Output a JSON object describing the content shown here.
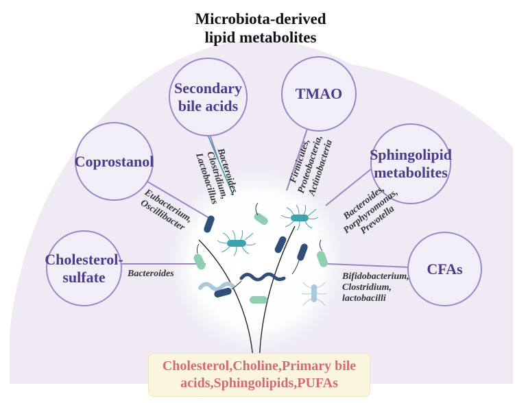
{
  "title": {
    "line1": "Microbiota-derived",
    "line2": "lipid metabolites"
  },
  "metabolites": [
    {
      "lines": [
        "Cholesterol-",
        "sulfate"
      ]
    },
    {
      "lines": [
        "Coprostanol"
      ]
    },
    {
      "lines": [
        "Secondary",
        "bile acids"
      ]
    },
    {
      "lines": [
        "TMAO"
      ]
    },
    {
      "lines": [
        "Sphingolipid",
        "metabolites"
      ]
    },
    {
      "lines": [
        "CFAs"
      ]
    }
  ],
  "bacteria_labels": [
    {
      "lines": [
        "Bacteroides"
      ]
    },
    {
      "lines": [
        "Eubacterium,",
        "Oscillibacter"
      ]
    },
    {
      "lines": [
        "Bacteroides,",
        "Clostridium,",
        "Lactobacillus"
      ]
    },
    {
      "lines": [
        "Firmicutes,",
        "Proteobacteria,",
        "Actinobacteria"
      ]
    },
    {
      "lines": [
        "Bacteroides,",
        "Porphyromonas,",
        "Prevotella"
      ]
    },
    {
      "lines": [
        "Bifidobacterium,",
        "Clostridium,",
        "lactobacilli"
      ]
    }
  ],
  "source": {
    "line1": "Cholesterol,Choline,Primary bile",
    "line2": "acids,Sphingolipids,PUFAs"
  },
  "colors": {
    "fan_fill": "#efeaf4",
    "glow": "#ffffff",
    "circle_border": "#9a86c6",
    "circle_fill": "#f1eef7",
    "circle_text": "#4b3b8a",
    "source_text": "#d16b74",
    "source_fill": "#fbf5dd",
    "bacteria_teal": "#3aa3ad",
    "bacteria_green": "#8fcfb0",
    "bacteria_navy": "#2f4f7a",
    "bacteria_lightblue": "#a9c8de"
  },
  "icons": [
    "fan-background",
    "rod-bacterium-icon",
    "flagellated-bacterium-icon",
    "spiral-bacterium-icon",
    "branch-stem-icon"
  ]
}
